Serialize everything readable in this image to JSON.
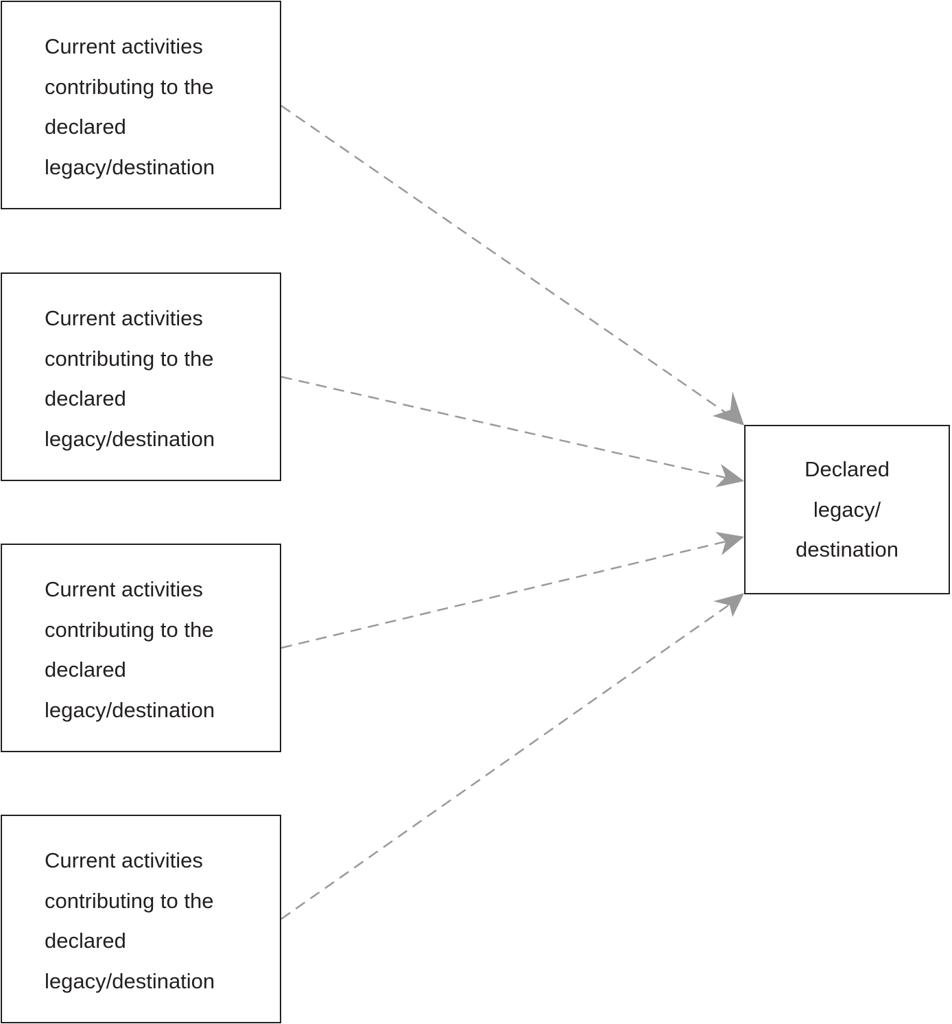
{
  "colors": {
    "box_border": "#231f20",
    "text": "#231f20",
    "arrow": "#999999",
    "background": "#ffffff"
  },
  "activities": [
    {
      "lines": [
        "Current activities",
        "contributing to the",
        "declared",
        "legacy/destination"
      ]
    },
    {
      "lines": [
        "Current activities",
        "contributing to the",
        "declared",
        "legacy/destination"
      ]
    },
    {
      "lines": [
        "Current activities",
        "contributing to the",
        "declared",
        "legacy/destination"
      ]
    },
    {
      "lines": [
        "Current activities",
        "contributing to the",
        "declared",
        "legacy/destination"
      ]
    }
  ],
  "destination": {
    "lines": [
      "Declared",
      "legacy/",
      "destination"
    ]
  },
  "connectors": [
    {
      "from": "activity-1",
      "to": "destination",
      "style": "dashed",
      "head": "arrow"
    },
    {
      "from": "activity-2",
      "to": "destination",
      "style": "dashed",
      "head": "arrow"
    },
    {
      "from": "activity-3",
      "to": "destination",
      "style": "dashed",
      "head": "arrow"
    },
    {
      "from": "activity-4",
      "to": "destination",
      "style": "dashed",
      "head": "arrow"
    }
  ]
}
